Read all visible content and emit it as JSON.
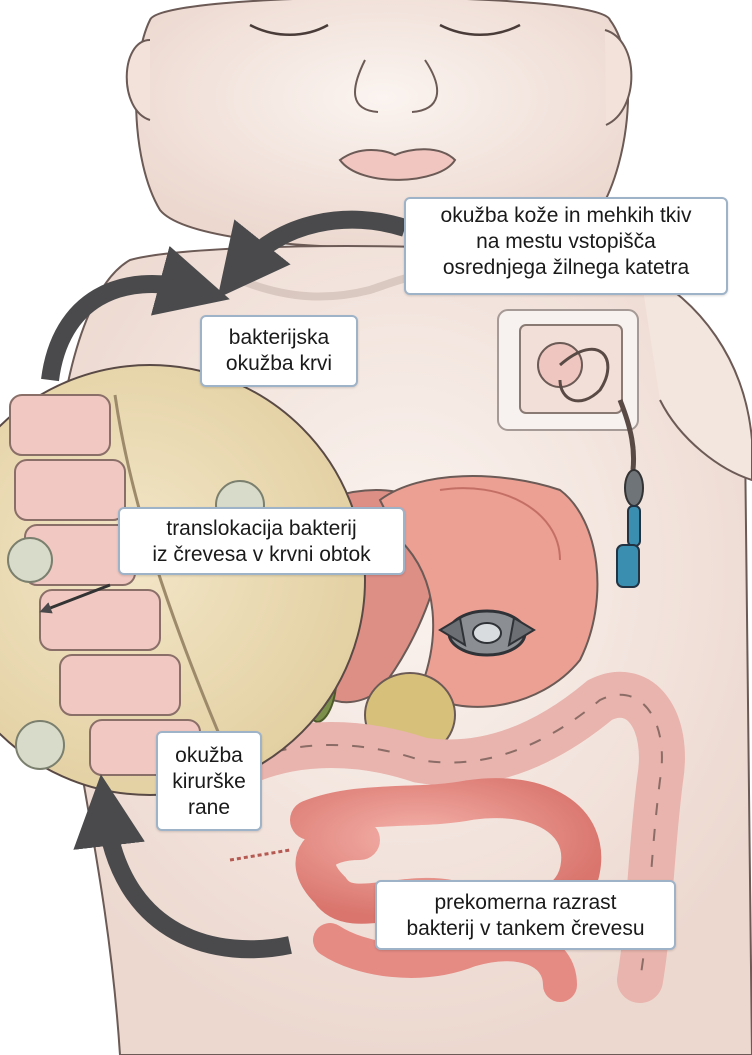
{
  "callouts": {
    "catheter_site": {
      "lines": [
        "okužba kože in mehkih tkiv",
        "na mestu vstopišča",
        "osrednjega žilnega katetra"
      ]
    },
    "bloodstream": {
      "lines": [
        "bakterijska",
        "okužba krvi"
      ]
    },
    "translocation": {
      "lines": [
        "translokacija bakterij",
        "iz črevesa v krvni obtok"
      ]
    },
    "surgical_wound": {
      "lines": [
        "okužba",
        "kirurške",
        "rane"
      ]
    },
    "overgrowth": {
      "lines": [
        "prekomerna razrast",
        "bakterij v tankem črevesu"
      ]
    }
  },
  "colors": {
    "skin": "#f6ece6",
    "outline": "#5a4a46",
    "intestine": "#e58b84",
    "stomach": "#ec9f93",
    "liver": "#dd8f86",
    "gallbladder": "#7c8f4a",
    "pancreas": "#d7c07a",
    "arrow": "#4a4a4c",
    "callout_border": "#9fb3c8",
    "catheter_tube": "#3a8fb0"
  },
  "icons": [
    "arrow-icon",
    "catheter-icon",
    "feeding-port-icon"
  ]
}
